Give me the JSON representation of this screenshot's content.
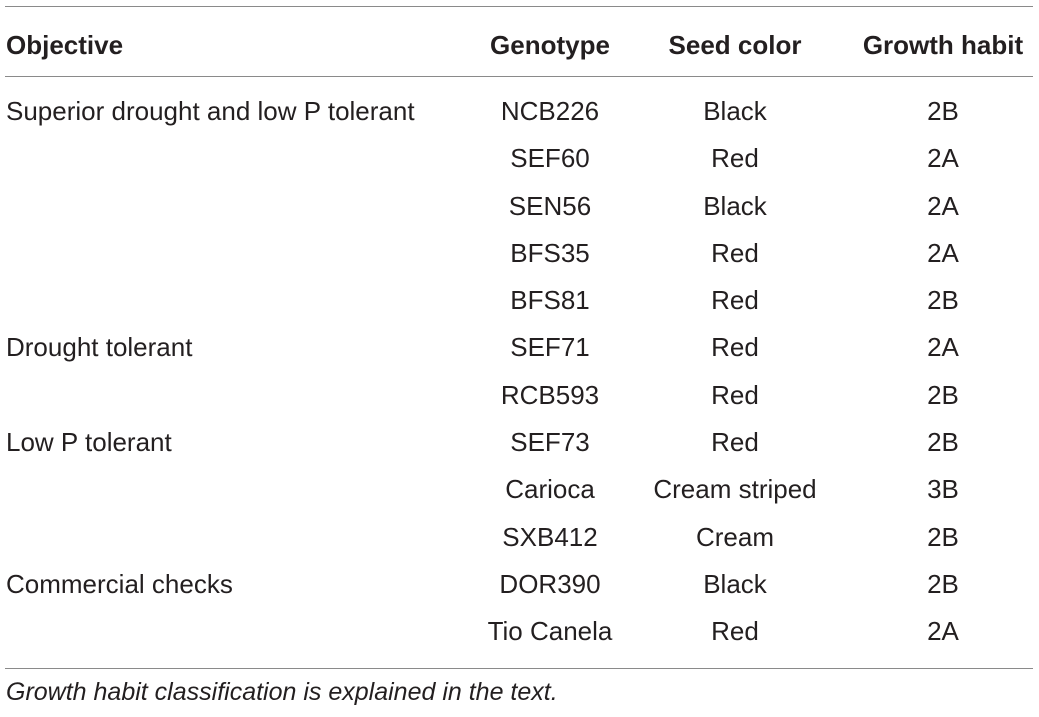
{
  "table": {
    "headers": {
      "objective": "Objective",
      "genotype": "Genotype",
      "seed_color": "Seed color",
      "growth_habit": "Growth habit"
    },
    "rows": [
      {
        "objective": "Superior drought and low P tolerant",
        "genotype": "NCB226",
        "seed_color": "Black",
        "growth_habit": "2B"
      },
      {
        "objective": "",
        "genotype": "SEF60",
        "seed_color": "Red",
        "growth_habit": "2A"
      },
      {
        "objective": "",
        "genotype": "SEN56",
        "seed_color": "Black",
        "growth_habit": "2A"
      },
      {
        "objective": "",
        "genotype": "BFS35",
        "seed_color": "Red",
        "growth_habit": "2A"
      },
      {
        "objective": "",
        "genotype": "BFS81",
        "seed_color": "Red",
        "growth_habit": "2B"
      },
      {
        "objective": "Drought tolerant",
        "genotype": "SEF71",
        "seed_color": "Red",
        "growth_habit": "2A"
      },
      {
        "objective": "",
        "genotype": "RCB593",
        "seed_color": "Red",
        "growth_habit": "2B"
      },
      {
        "objective": "Low P tolerant",
        "genotype": "SEF73",
        "seed_color": "Red",
        "growth_habit": "2B"
      },
      {
        "objective": "",
        "genotype": "Carioca",
        "seed_color": "Cream striped",
        "growth_habit": "3B"
      },
      {
        "objective": "",
        "genotype": "SXB412",
        "seed_color": "Cream",
        "growth_habit": "2B"
      },
      {
        "objective": "Commercial checks",
        "genotype": "DOR390",
        "seed_color": "Black",
        "growth_habit": "2B"
      },
      {
        "objective": "",
        "genotype": "Tio Canela",
        "seed_color": "Red",
        "growth_habit": "2A"
      }
    ],
    "footnote": "Growth habit classification is explained in the text."
  }
}
